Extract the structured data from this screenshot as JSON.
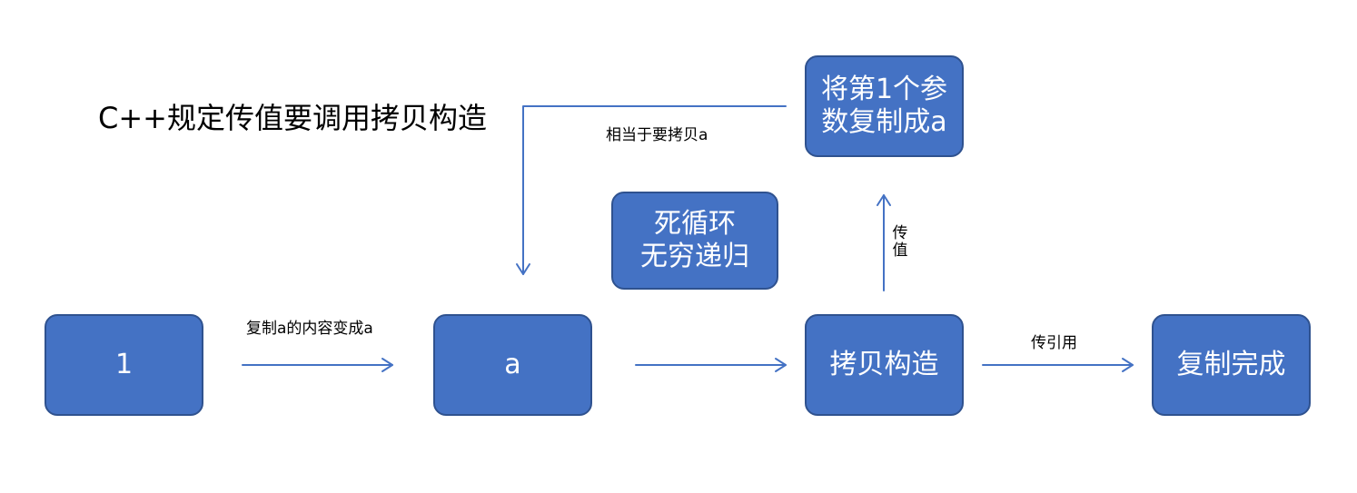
{
  "title": "C++规定传值要调用拷贝构造",
  "nodes": {
    "one": "1",
    "a": "a",
    "copy_ctor": "拷贝构造",
    "copy_done": "复制完成",
    "copy_param": "将第1个参\n数复制成a",
    "infinite": "死循环\n无穷递归"
  },
  "edge_labels": {
    "one_to_a": "复制a的内容变成a",
    "ctor_to_done": "传引用",
    "ctor_to_param": "传值",
    "param_to_a": "相当于要拷贝a"
  },
  "colors": {
    "box_fill": "#4472c4",
    "box_border": "#2f528f",
    "arrow": "#4472c4"
  }
}
